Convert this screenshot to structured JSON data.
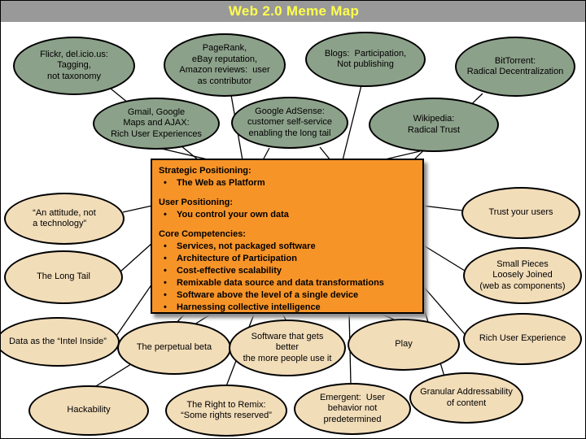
{
  "title_bar": {
    "title": "Web 2.0 Meme Map"
  },
  "colors": {
    "titlebar_bg": "#999999",
    "title_text": "#FFFF4D",
    "green_node": "#8CA18A",
    "tan_node": "#F2DDB9",
    "center_box": "#F79428",
    "line": "#000000"
  },
  "nodes": {
    "flickr": {
      "type": "green",
      "label": "Flickr, del.icio.us:\nTagging,\nnot taxonomy"
    },
    "pagerank": {
      "type": "green",
      "label": "PageRank,\neBay reputation,\nAmazon reviews:  user\nas contributor"
    },
    "blogs": {
      "type": "green",
      "label": "Blogs:  Participation,\nNot publishing"
    },
    "bittorrent": {
      "type": "green",
      "label": "BitTorrent:\nRadical Decentralization"
    },
    "gmail": {
      "type": "green",
      "label": "Gmail, Google\nMaps and AJAX:\nRich User Experiences"
    },
    "adsense": {
      "type": "green",
      "label": "Google AdSense:\ncustomer self-service\nenabling the long tail"
    },
    "wikipedia": {
      "type": "green",
      "label": "Wikipedia:\nRadical Trust"
    },
    "attitude": {
      "type": "tan",
      "label": "“An attitude, not\na technology”"
    },
    "long_tail": {
      "type": "tan",
      "label": "The Long Tail"
    },
    "data_intel": {
      "type": "tan",
      "label": "Data as the “Intel Inside”"
    },
    "trust": {
      "type": "tan",
      "label": "Trust your users"
    },
    "small_pieces": {
      "type": "tan",
      "label": "Small Pieces\nLoosely Joined\n(web as components)"
    },
    "rich_ux": {
      "type": "tan",
      "label": "Rich User Experience"
    },
    "granular": {
      "type": "tan",
      "label": "Granular Addressability\nof content"
    },
    "perpetual_beta": {
      "type": "tan",
      "label": "The perpetual beta"
    },
    "software_better": {
      "type": "tan",
      "label": "Software that gets\nbetter\nthe more people use it"
    },
    "play": {
      "type": "tan",
      "label": "Play"
    },
    "hackability": {
      "type": "tan",
      "label": "Hackability"
    },
    "remix": {
      "type": "tan",
      "label": "The Right to Remix:\n“Some rights reserved”"
    },
    "emergent": {
      "type": "tan",
      "label": "Emergent:  User\nbehavior not\npredetermined"
    }
  },
  "center_box": {
    "sections": [
      {
        "heading": "Strategic Positioning:",
        "bullets": [
          "The Web as Platform"
        ]
      },
      {
        "heading": "User Positioning:",
        "bullets": [
          "You control your own data"
        ]
      },
      {
        "heading": "Core Competencies:",
        "bullets": [
          "Services, not packaged software",
          "Architecture of Participation",
          "Cost-effective scalability",
          "Remixable data source and data transformations",
          "Software above the level of a single device",
          "Harnessing collective intelligence"
        ]
      }
    ]
  }
}
